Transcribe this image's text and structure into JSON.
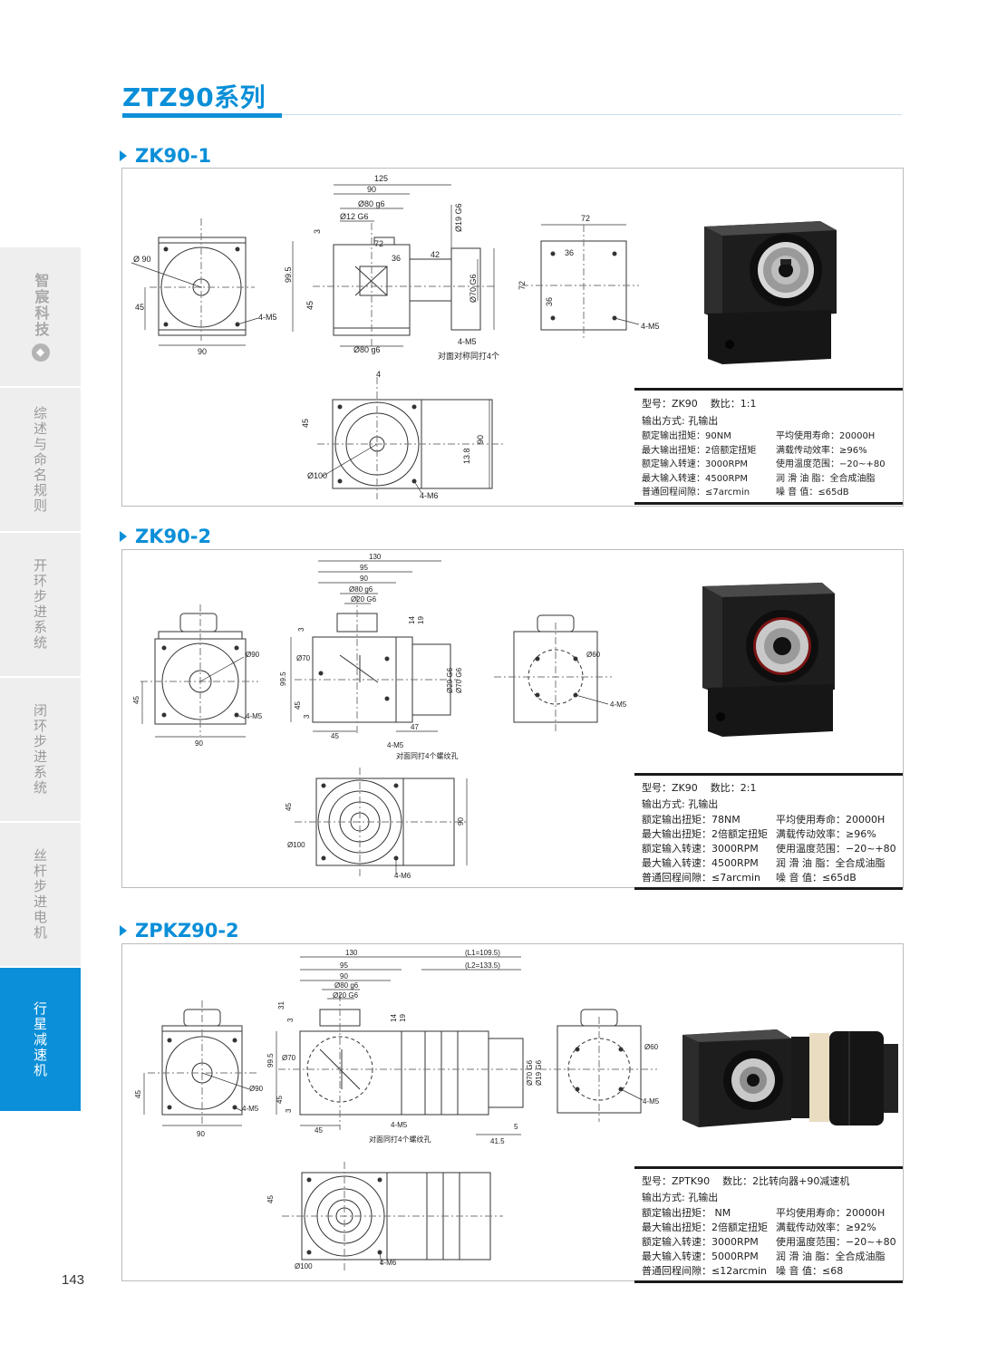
{
  "page": {
    "title": "ZTZ90系列",
    "page_number": "143"
  },
  "sidebar": {
    "brand": "智宸科技",
    "items": [
      {
        "label": "综述与命名规则"
      },
      {
        "label": "开环步进系统"
      },
      {
        "label": "闭环步进系统"
      },
      {
        "label": "丝杆步进电机"
      },
      {
        "label": "行星减速机"
      }
    ]
  },
  "sections": [
    {
      "title": "ZK90-1",
      "spec": {
        "model": "型号：ZK90",
        "ratio": "数比：1:1",
        "output": "输出方式: 孔输出",
        "rows": [
          [
            "额定输出扭矩：90NM",
            "平均使用寿命：20000H"
          ],
          [
            "最大输出扭矩：2倍额定扭矩",
            "满载传动效率：≥96%"
          ],
          [
            "额定输入转速：3000RPM",
            "使用温度范围：−20~+80"
          ],
          [
            "最大输入转速：4500RPM",
            "润 滑 油 脂：全合成油脂"
          ],
          [
            "普通回程间隙：≤7arcmin",
            "噪    音    值：≤65dB"
          ]
        ]
      },
      "dims": {
        "d125": "125",
        "d90": "90",
        "d80g6": "Ø80 g6",
        "d12g6": "Ø12 G6",
        "d19g6": "Ø19 G6",
        "d3": "3",
        "d72": "72",
        "d36": "36",
        "d42": "42",
        "d995": "99.5",
        "d70g6": "Ø70 G6",
        "d45": "45",
        "d80g6b": "Ø80 g6",
        "d4m5": "4-M5",
        "note": "对面对称同打4个",
        "phi90": "Ø 90",
        "d4m5a": "4-M5",
        "d90b": "90",
        "d45a": "45",
        "s72": "72",
        "s36": "36",
        "s72v": "72",
        "s36v": "36",
        "s4m5": "4-M5",
        "t4": "4",
        "t45": "45",
        "t90": "90",
        "t138": "13.8",
        "t100": "Ø100",
        "t4m6": "4-M6"
      }
    },
    {
      "title": "ZK90-2",
      "spec": {
        "model": "型号：ZK90",
        "ratio": "数比：2:1",
        "output": "输出方式: 孔输出",
        "rows": [
          [
            "额定输出扭矩：78NM",
            "平均使用寿命：20000H"
          ],
          [
            "最大输出扭矩：2倍额定扭矩",
            "满载传动效率：≥96%"
          ],
          [
            "额定输入转速：3000RPM",
            "使用温度范围：−20~+80"
          ],
          [
            "最大输入转速：4500RPM",
            "润 滑 油 脂：全合成油脂"
          ],
          [
            "普通回程间隙：≤7arcmin",
            "噪    音    值：≤65dB"
          ]
        ]
      },
      "dims": {
        "d130": "130",
        "d95": "95",
        "d90": "90",
        "d80g6": "Ø80 g6",
        "d20g6": "Ø20 G6",
        "d3": "3",
        "d14": "14",
        "d19": "19",
        "d70": "Ø70",
        "d995": "99.5",
        "d45": "45",
        "d3b": "3",
        "d29g6": "Ø29 G6",
        "d70g6": "Ø70 G6",
        "d47": "47",
        "d45b": "45",
        "d4m5": "4-M5",
        "note": "对面同打4个螺纹孔",
        "phi90": "Ø90",
        "l45": "45",
        "l4m5": "4-M5",
        "l90": "90",
        "r60": "Ø60",
        "r4m5": "4-M5",
        "b45": "45",
        "b90": "90",
        "b100": "Ø100",
        "b4m6": "4-M6"
      }
    },
    {
      "title": "ZPKZ90-2",
      "spec": {
        "model": "型号：ZPTK90",
        "ratio": "数比：2比转向器+90减速机",
        "output": "输出方式: 孔输出",
        "rows": [
          [
            "额定输出扭矩：  NM",
            "平均使用寿命：20000H"
          ],
          [
            "最大输出扭矩：2倍额定扭矩",
            "满载传动效率：≥92%"
          ],
          [
            "额定输入转速：3000RPM",
            "使用温度范围：−20~+80"
          ],
          [
            "最大输入转速：5000RPM",
            "润 滑 油 脂：全合成油脂"
          ],
          [
            "普通回程间隙：≤12arcmin",
            "噪    音    值：≤68"
          ]
        ]
      },
      "dims": {
        "d130": "130",
        "d95": "95",
        "d90": "90",
        "d80g6": "Ø80 g6",
        "d20g6": "Ø20 G6",
        "l1": "(L1=109.5)",
        "l2": "(L2=133.5)",
        "d31": "31",
        "d3": "3",
        "d14": "14",
        "d19": "19",
        "d995": "99.5",
        "d70": "Ø70",
        "d45": "45",
        "d3b": "3",
        "d45b": "45",
        "d4m5": "4-M5",
        "note": "对面同打4个螺纹孔",
        "d415": "41.5",
        "d5": "5",
        "d70g6": "Ø70 G6",
        "d19g6": "Ø19 G6",
        "phi90": "Ø90",
        "l45": "45",
        "l4m5": "4-M5",
        "l90": "90",
        "r60": "Ø60",
        "r4m5": "4-M5",
        "b45": "45",
        "b100": "Ø100",
        "b4m6": "4-M6"
      }
    }
  ]
}
